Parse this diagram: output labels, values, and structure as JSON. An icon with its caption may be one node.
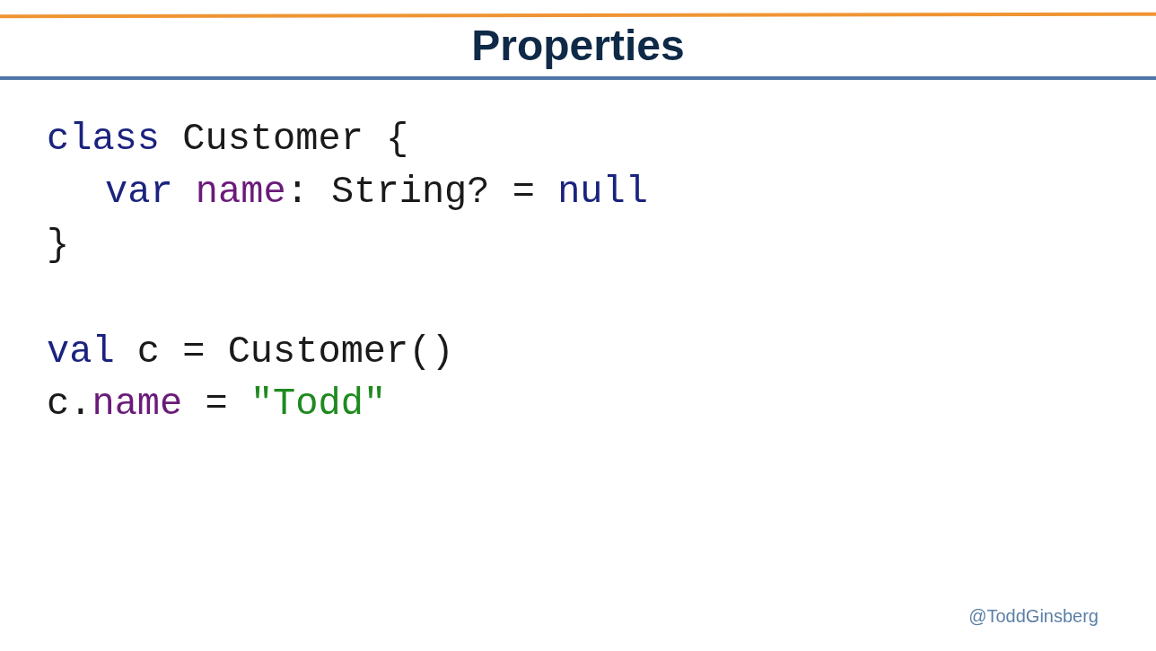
{
  "diagram": {
    "title": "Properties",
    "labels": [
      "class Customer {",
      "var name: String? = null",
      "}",
      "val c = Customer()",
      "c.name = \"Todd\"",
      "@ToddGinsberg"
    ]
  }
}
